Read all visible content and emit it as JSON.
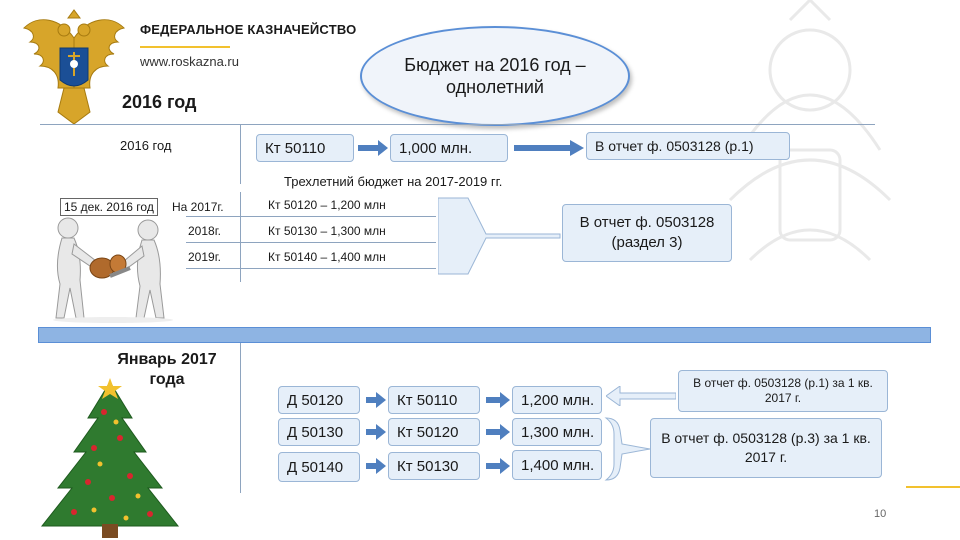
{
  "header": {
    "org_name": "ФЕДЕРАЛЬНОЕ КАЗНАЧЕЙСТВО",
    "org_url": "www.roskazna.ru",
    "title": "Бюджет на 2016 год – однолетний"
  },
  "top": {
    "year_heading": "2016 год",
    "row_label": "2016 год",
    "account": "Кт 50110",
    "amount": "1,000 млн.",
    "report": "В отчет ф. 0503128 (р.1)"
  },
  "middle": {
    "subtitle": "Трехлетний бюджет на 2017-2019 гг.",
    "date_label": "15 дек. 2016 год",
    "rows": [
      {
        "year": "На 2017г.",
        "entry": "Кт 50120 – 1,200 млн"
      },
      {
        "year": "2018г.",
        "entry": "Кт 50130 – 1,300 млн"
      },
      {
        "year": "2019г.",
        "entry": "Кт 50140 – 1,400 млн"
      }
    ],
    "report": "В отчет ф. 0503128 (раздел 3)"
  },
  "bottom": {
    "heading": "Январь 2017 года",
    "rows": [
      {
        "debit": "Д 50120",
        "credit": "Кт 50110",
        "amount": "1,200 млн."
      },
      {
        "debit": "Д 50130",
        "credit": "Кт 50120",
        "amount": "1,300 млн."
      },
      {
        "debit": "Д 50140",
        "credit": "Кт 50130",
        "amount": "1,400 млн."
      }
    ],
    "report1": "В отчет ф. 0503128 (р.1) за 1 кв. 2017 г.",
    "report2": "В отчет ф. 0503128 (р.3) за 1 кв. 2017 г."
  },
  "page_number": "10",
  "colors": {
    "box_fill": "#e6eff9",
    "box_border": "#9bb6d6",
    "arrow": "#4f7fbf",
    "divider_bar": "#8eb4e3",
    "oval": "#5b8fd6",
    "accent_line": "#f2c12e"
  }
}
